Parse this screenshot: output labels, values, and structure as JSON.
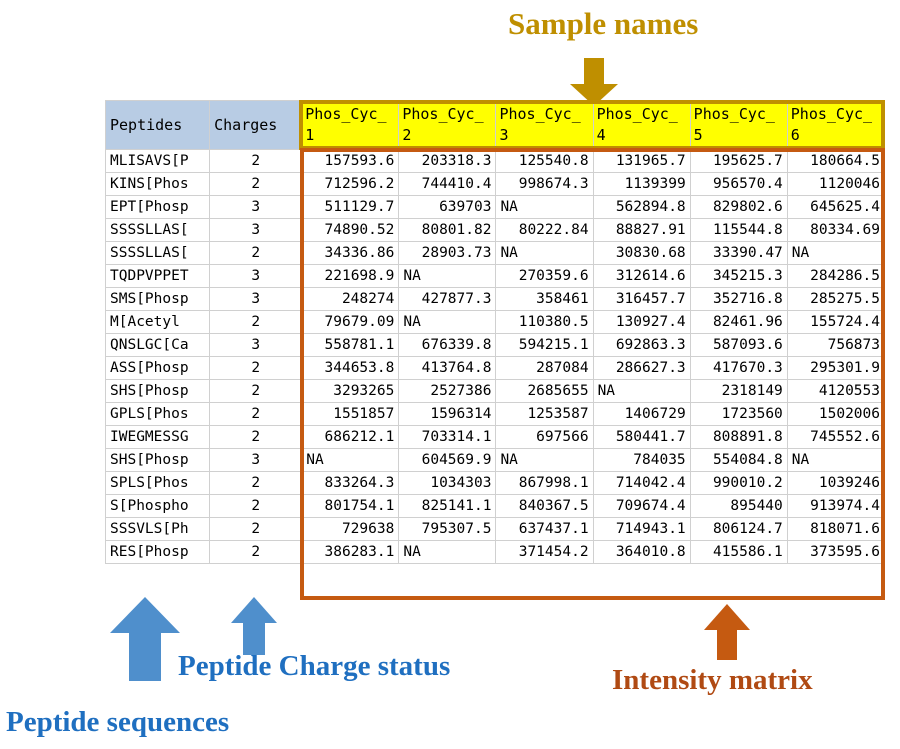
{
  "annotations": {
    "sample_names": "Sample names",
    "peptide_charge_status": "Peptide Charge status",
    "peptide_sequences": "Peptide sequences",
    "intensity_matrix": "Intensity matrix"
  },
  "colors": {
    "sample_names_gold": "#bf8f00",
    "intensity_orange": "#c55a11",
    "annotation_blue": "#1f6fc0",
    "arrow_blue": "#4f8fcc",
    "header_blue_fill": "#b8cce4",
    "sample_header_yellow": "#ffff00"
  },
  "table": {
    "headers": {
      "peptides": "Peptides",
      "charges": "Charges",
      "samples": [
        "Phos_Cyc_1",
        "Phos_Cyc_2",
        "Phos_Cyc_3",
        "Phos_Cyc_4",
        "Phos_Cyc_5",
        "Phos_Cyc_6"
      ]
    },
    "rows": [
      {
        "peptide": "MLISAVS[P",
        "charge": "2",
        "values": [
          "157593.6",
          "203318.3",
          "125540.8",
          "131965.7",
          "195625.7",
          "180664.5"
        ]
      },
      {
        "peptide": "KINS[Phos",
        "charge": "2",
        "values": [
          "712596.2",
          "744410.4",
          "998674.3",
          "1139399",
          "956570.4",
          "1120046"
        ]
      },
      {
        "peptide": "EPT[Phosp",
        "charge": "3",
        "values": [
          "511129.7",
          "639703",
          "NA",
          "562894.8",
          "829802.6",
          "645625.4"
        ]
      },
      {
        "peptide": "SSSSLLAS[",
        "charge": "3",
        "values": [
          "74890.52",
          "80801.82",
          "80222.84",
          "88827.91",
          "115544.8",
          "80334.69"
        ]
      },
      {
        "peptide": "SSSSLLAS[",
        "charge": "2",
        "values": [
          "34336.86",
          "28903.73",
          "NA",
          "30830.68",
          "33390.47",
          "NA"
        ]
      },
      {
        "peptide": "TQDPVPPET",
        "charge": "3",
        "values": [
          "221698.9",
          "NA",
          "270359.6",
          "312614.6",
          "345215.3",
          "284286.5"
        ]
      },
      {
        "peptide": "SMS[Phosp",
        "charge": "3",
        "values": [
          "248274",
          "427877.3",
          "358461",
          "316457.7",
          "352716.8",
          "285275.5"
        ]
      },
      {
        "peptide": "M[Acetyl",
        "charge": "2",
        "values": [
          "79679.09",
          "NA",
          "110380.5",
          "130927.4",
          "82461.96",
          "155724.4"
        ]
      },
      {
        "peptide": "QNSLGC[Ca",
        "charge": "3",
        "values": [
          "558781.1",
          "676339.8",
          "594215.1",
          "692863.3",
          "587093.6",
          "756873"
        ]
      },
      {
        "peptide": "ASS[Phosp",
        "charge": "2",
        "values": [
          "344653.8",
          "413764.8",
          "287084",
          "286627.3",
          "417670.3",
          "295301.9"
        ]
      },
      {
        "peptide": "SHS[Phosp",
        "charge": "2",
        "values": [
          "3293265",
          "2527386",
          "2685655",
          "NA",
          "2318149",
          "4120553"
        ]
      },
      {
        "peptide": "GPLS[Phos",
        "charge": "2",
        "values": [
          "1551857",
          "1596314",
          "1253587",
          "1406729",
          "1723560",
          "1502006"
        ]
      },
      {
        "peptide": "IWEGMESSG",
        "charge": "2",
        "values": [
          "686212.1",
          "703314.1",
          "697566",
          "580441.7",
          "808891.8",
          "745552.6"
        ]
      },
      {
        "peptide": "SHS[Phosp",
        "charge": "3",
        "values": [
          "NA",
          "604569.9",
          "NA",
          "784035",
          "554084.8",
          "NA"
        ]
      },
      {
        "peptide": "SPLS[Phos",
        "charge": "2",
        "values": [
          "833264.3",
          "1034303",
          "867998.1",
          "714042.4",
          "990010.2",
          "1039246"
        ]
      },
      {
        "peptide": "S[Phospho",
        "charge": "2",
        "values": [
          "801754.1",
          "825141.1",
          "840367.5",
          "709674.4",
          "895440",
          "913974.4"
        ]
      },
      {
        "peptide": "SSSVLS[Ph",
        "charge": "2",
        "values": [
          "729638",
          "795307.5",
          "637437.1",
          "714943.1",
          "806124.7",
          "818071.6"
        ]
      },
      {
        "peptide": "RES[Phosp",
        "charge": "2",
        "values": [
          "386283.1",
          "NA",
          "371454.2",
          "364010.8",
          "415586.1",
          "373595.6"
        ]
      }
    ]
  }
}
